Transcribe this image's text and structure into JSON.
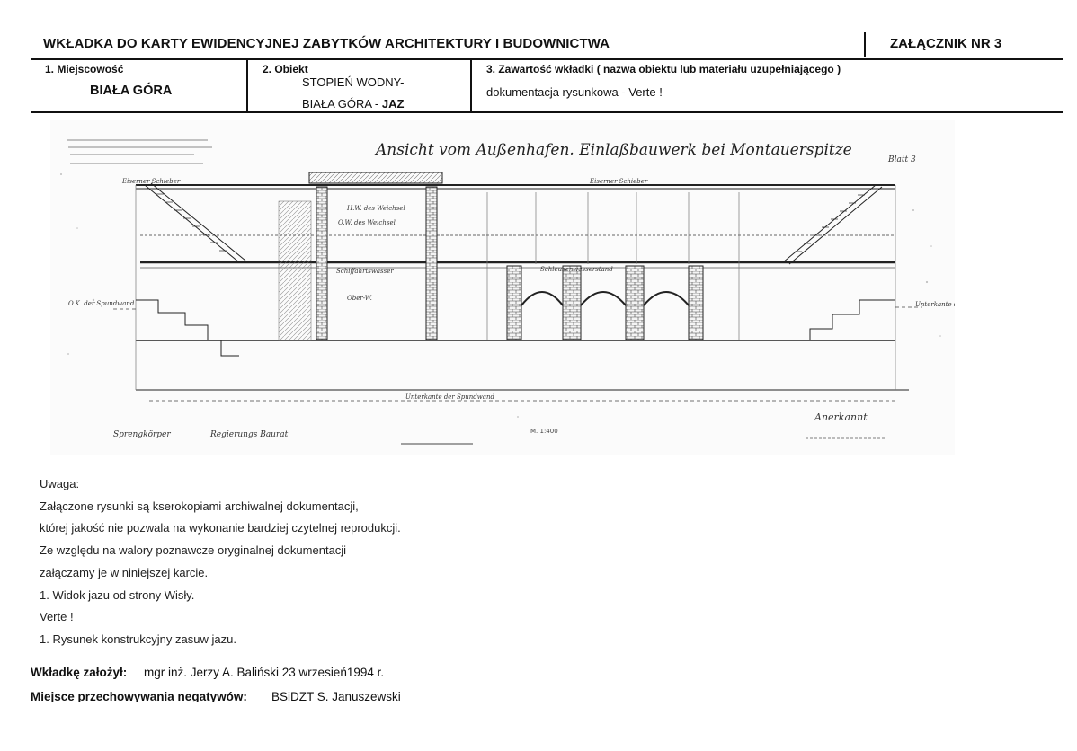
{
  "header": {
    "title": "WKŁADKA DO KARTY EWIDENCYJNEJ ZABYTKÓW ARCHITEKTURY I BUDOWNICTWA",
    "annex": "ZAŁĄCZNIK NR  3"
  },
  "fields": {
    "locality_label": "1. Miejscowość",
    "locality_value": "BIAŁA GÓRA",
    "object_label": "2. Obiekt",
    "object_line1": "STOPIEŃ WODNY-",
    "object_line2_prefix": "BIAŁA GÓRA - ",
    "object_line2_bold": "JAZ",
    "contents_label": "3. Zawartość wkładki ( nazwa obiektu lub materiału uzupełniającego )",
    "contents_value": "dokumentacja rysunkowa - Verte !"
  },
  "drawing": {
    "caption": "Ansicht vom Außenhafen.  Einlaßbauwerk bei Montauerspitze",
    "sheet_note": "Blatt 3",
    "scale": "M. 1:400",
    "sign_left": "Sprengkörper",
    "sign_mid": "Regierungs Baurat",
    "sign_right": "Anerkannt"
  },
  "notes": [
    "Uwaga:",
    " Załączone rysunki są kserokopiami  archiwalnej dokumentacji,",
    " której jakość nie pozwala na wykonanie bardziej czytelnej reprodukcji.",
    "Ze względu na walory poznawcze oryginalnej dokumentacji",
    " załączamy je w niniejszej karcie.",
    "1. Widok jazu od strony Wisły.",
    "Verte !",
    "1. Rysunek konstrukcyjny zasuw jazu."
  ],
  "footer": {
    "author_label": "Wkładkę założył:",
    "author_value": "mgr inż. Jerzy  A. Baliński 23 wrzesień1994 r.",
    "storage_label": "Miejsce przechowywania negatywów:",
    "storage_value": "BSiDZT S. Januszewski"
  }
}
